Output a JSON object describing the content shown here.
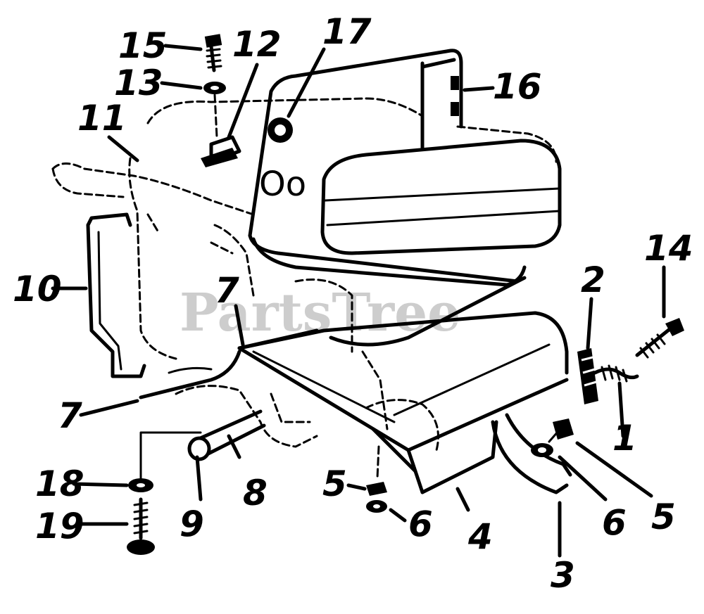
{
  "watermark": "PartsTree",
  "engine_logo": "Oo",
  "callouts": [
    "1",
    "2",
    "3",
    "4",
    "5",
    "5",
    "6",
    "6",
    "7",
    "7",
    "8",
    "9",
    "10",
    "11",
    "12",
    "13",
    "14",
    "15",
    "16",
    "17",
    "18",
    "19"
  ],
  "colors": {
    "ink": "#000000",
    "paper": "#ffffff",
    "watermark": "#bdbdbd"
  }
}
